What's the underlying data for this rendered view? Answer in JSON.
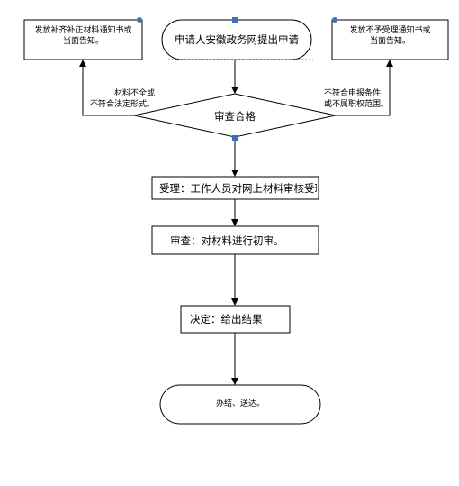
{
  "flowchart": {
    "start": "申请人安徽政务网提出申请",
    "left_box": {
      "line1": "发放补齐补正材料通知书或",
      "line2": "当面告知。"
    },
    "right_box": {
      "line1": "发放不予受理通知书或",
      "line2": "当面告知。"
    },
    "left_condition": {
      "line1": "材料不全或",
      "line2": "不符合法定形式。"
    },
    "right_condition": {
      "line1": "不符合申报条件",
      "line2": "或不属职权范围。"
    },
    "decision": "审查合格",
    "step_accept": "受理：工作人员对网上材料审核受理。",
    "step_review": "审查：对材料进行初审。",
    "step_decide": "决定：给出结果",
    "end": "办结、送达。"
  }
}
